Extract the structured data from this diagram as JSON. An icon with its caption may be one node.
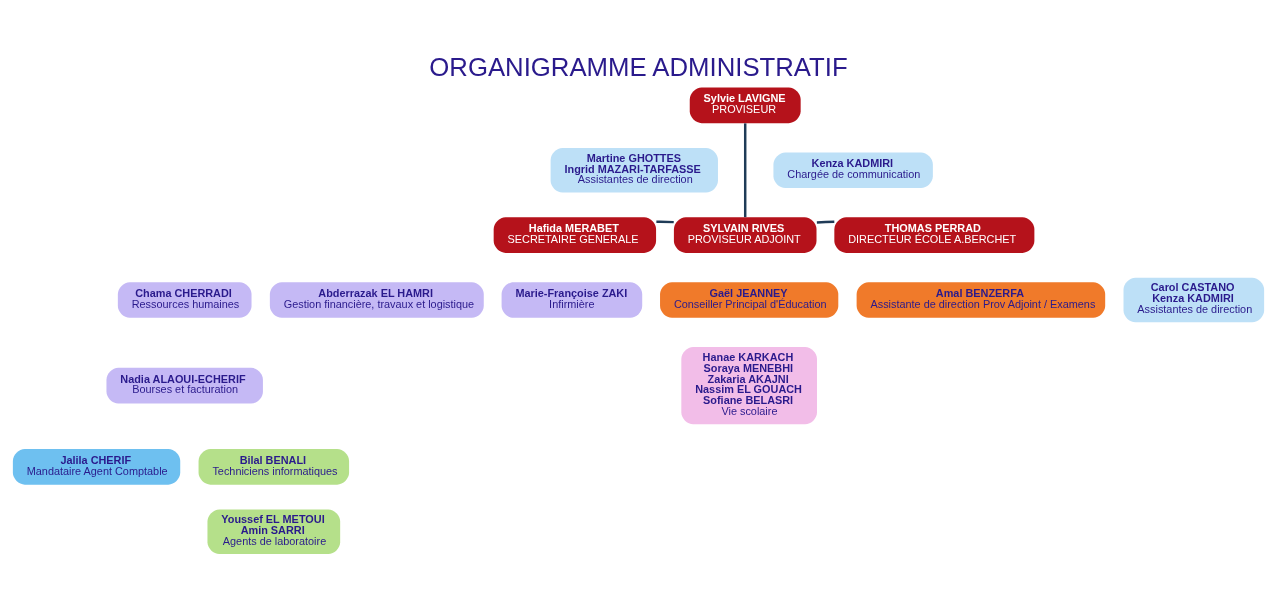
{
  "diagram": {
    "title": "ORGANIGRAMME ADMINISTRATIF",
    "nodes": [
      {
        "text": [
          "Sylvie LAVIGNE",
          "PROVISEUR"
        ]
      },
      {
        "text": [
          "Martine GHOTTES",
          "Ingrid MAZARI-TARFASSE",
          "Assistantes de direction"
        ]
      },
      {
        "text": [
          "Kenza KADMIRI",
          "Chargée de communication"
        ]
      },
      {
        "text": [
          "Hafida MERABET",
          "SECRETAIRE GENERALE"
        ]
      },
      {
        "text": [
          "SYLVAIN RIVES",
          "PROVISEUR ADJOINT"
        ]
      },
      {
        "text": [
          "THOMAS PERRAD",
          "DIRECTEUR ÉCOLE A.BERCHET"
        ]
      },
      {
        "text": [
          "Chama CHERRADI",
          "Ressources humaines"
        ]
      },
      {
        "text": [
          "Abderrazak EL HAMRI",
          "Gestion financière, travaux et logistique"
        ]
      },
      {
        "text": [
          "Marie-Françoise ZAKI",
          "Infirmière"
        ]
      },
      {
        "text": [
          "Nadia ALAOUI-ECHERIF",
          "Bourses et facturation"
        ]
      },
      {
        "text": [
          "Jalila CHERIF",
          "Mandataire Agent Comptable"
        ]
      },
      {
        "text": [
          "Bilal BENALI",
          "Techniciens informatiques"
        ]
      },
      {
        "text": [
          "Youssef EL METOUI",
          "Amin SARRI",
          "Agents de laboratoire"
        ]
      },
      {
        "text": [
          "Gaël JEANNEY",
          "Conseiller Principal d'Éducation"
        ]
      },
      {
        "text": [
          "Amal BENZERFA",
          "Assistante de direction Prov Adjoint / Examens"
        ]
      },
      {
        "text": [
          "Hanae KARKACH",
          "Soraya MENEBHI",
          "Zakaria AKAJNI",
          "Nassim EL GOUACH",
          "Sofiane BELASRI",
          "Vie scolaire"
        ]
      },
      {
        "text": [
          "Carol CASTANO",
          "Kenza KADMIRI",
          "Assistantes de direction"
        ]
      }
    ],
    "edges": [
      {
        "from": 0,
        "to": 4,
        "arrow": "none"
      },
      {
        "from": 4,
        "to": 3,
        "arrow": "none"
      },
      {
        "from": 4,
        "to": 5,
        "arrow": "none"
      }
    ]
  }
}
